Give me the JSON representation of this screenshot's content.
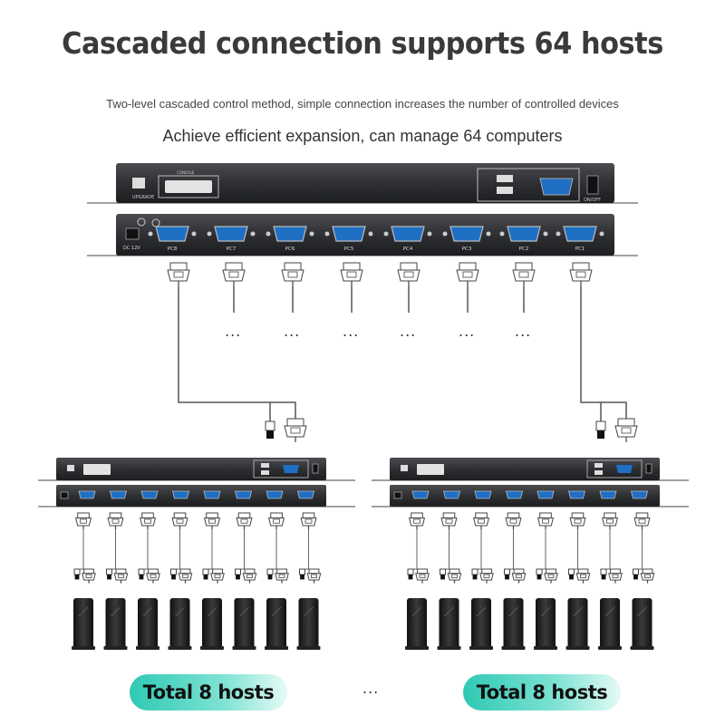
{
  "header": {
    "title": "Cascaded connection supports 64 hosts",
    "subtitle": "Two-level cascaded control method, simple connection increases the number of controlled devices",
    "tagline": "Achieve efficient expansion, can manage 64 computers"
  },
  "main_kvm": {
    "port_labels": [
      "PC8",
      "PC7",
      "PC6",
      "PC5",
      "PC4",
      "PC3",
      "PC2",
      "PC1"
    ],
    "power_label": "DC 12V",
    "switch_label": "ON/OFF",
    "upgrade_label": "UPGRADE",
    "console_label": "CONSOLE"
  },
  "ellipsis": "...",
  "groups": [
    {
      "label": "Total 8 hosts"
    },
    {
      "label": "Total 8 hosts"
    }
  ],
  "groups_separator": "...",
  "colors": {
    "device_body": "#2f3134",
    "vga_port": "#1f6fc4",
    "pill_accent": "#2fc9b4"
  }
}
